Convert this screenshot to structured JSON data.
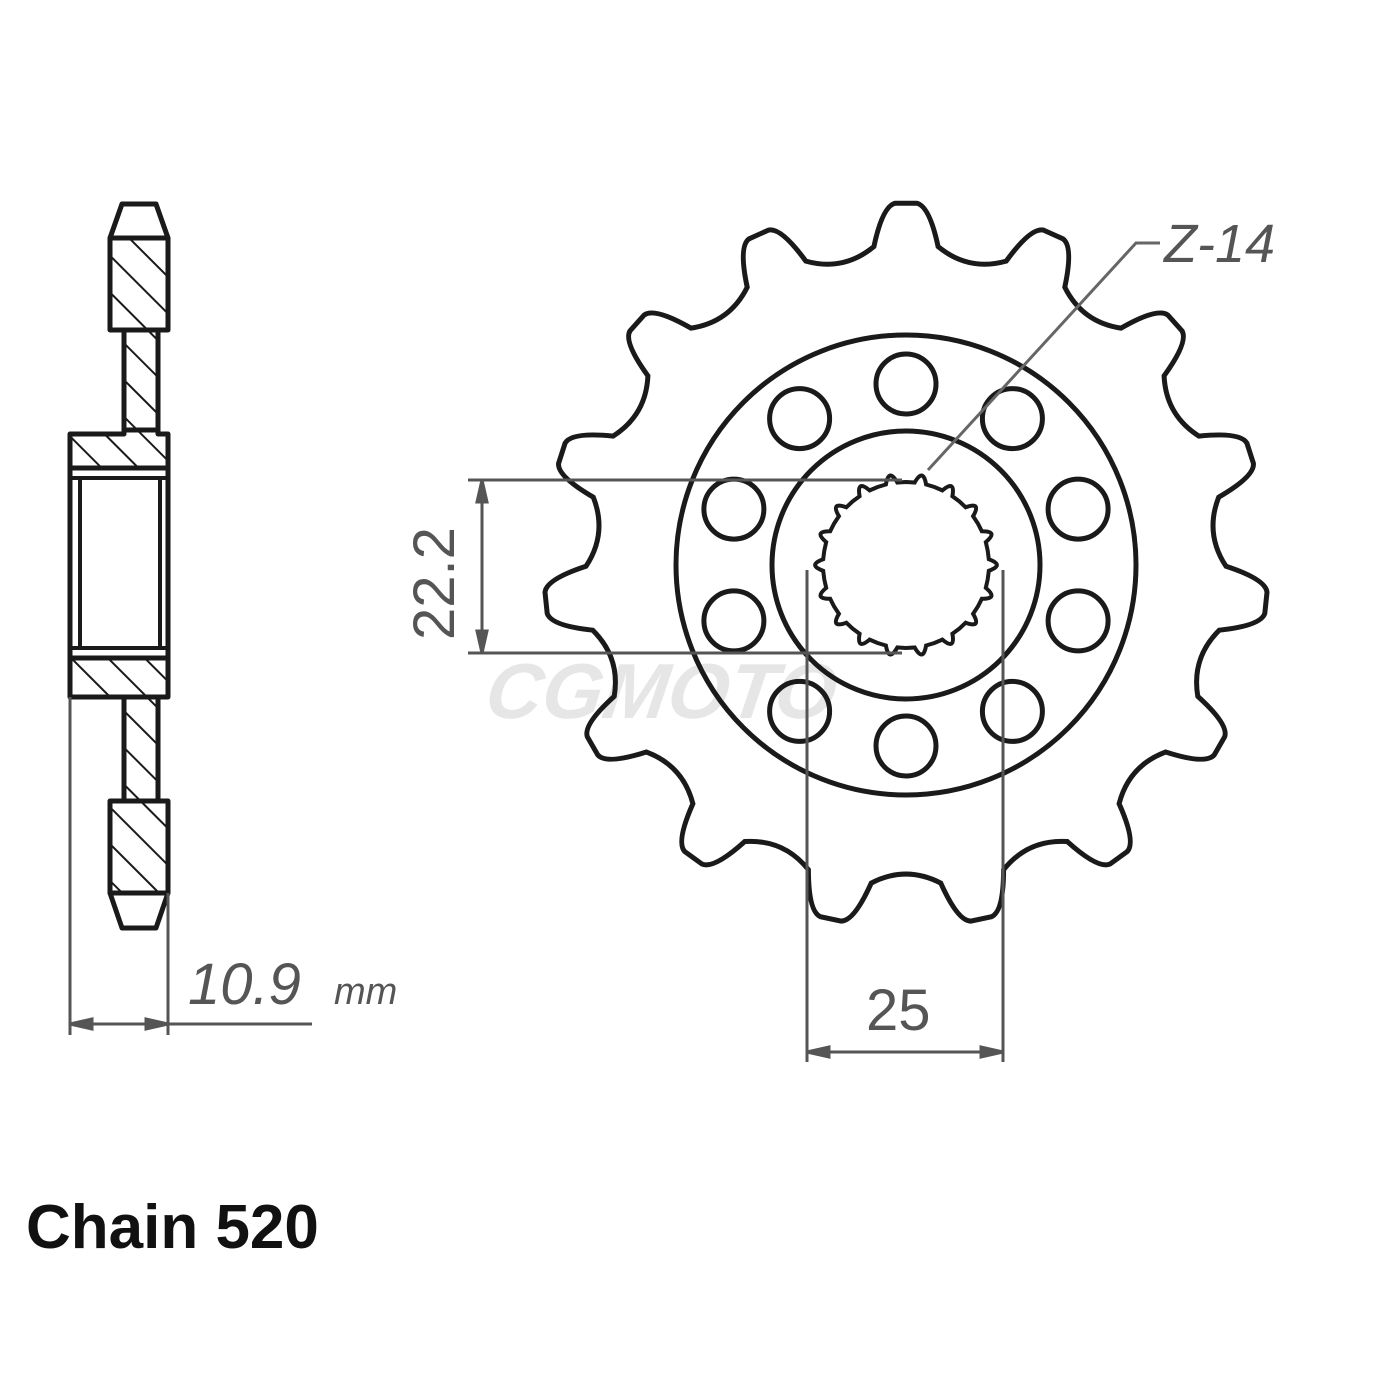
{
  "diagram": {
    "type": "front-sprocket-technical-drawing",
    "colors": {
      "outline": "#1a1a1a",
      "dimension": "#555555",
      "hatch": "#1a1a1a",
      "watermark": "#e6e6e6",
      "background": "#ffffff"
    },
    "side_view": {
      "thickness_label": "10.9",
      "thickness_unit": "mm"
    },
    "front_view": {
      "teeth_count_label": "Z-14",
      "outer_teeth": 15,
      "bolt_holes": 10,
      "spline_teeth": 18,
      "spline_height_label": "22.2",
      "spline_width_label": "25"
    },
    "watermark_text": "CGMOTO",
    "chain_label": "Chain 520"
  }
}
